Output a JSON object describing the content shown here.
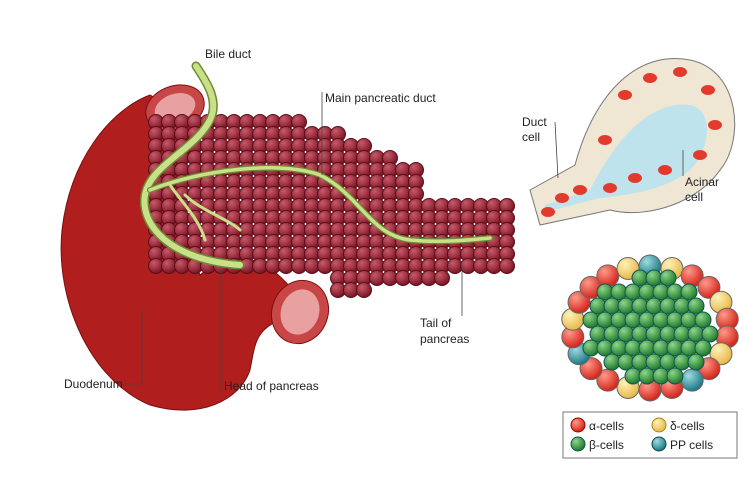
{
  "labels": {
    "bile_duct": "Bile duct",
    "main_duct": "Main pancreatic duct",
    "duct_cell": [
      "Duct",
      "cell"
    ],
    "acinar_cell": [
      "Acinar",
      "cell"
    ],
    "tail": [
      "Tail of",
      "pancreas"
    ],
    "duodenum": "Duodenum",
    "head": "Head of pancreas"
  },
  "legend": [
    {
      "label": "α-cells",
      "color": "#e23b2e"
    },
    {
      "label": "δ-cells",
      "color": "#f2cf6a"
    },
    {
      "label": "β-cells",
      "color": "#2f9a3c"
    },
    {
      "label": "PP cells",
      "color": "#2c97a3"
    }
  ],
  "colors": {
    "duodenum": "#b01e1e",
    "pancreas": "#8e1f2e",
    "duct": "#c9e08a",
    "acinar_cytoplasm": "#efe6d4",
    "lumen": "#bfe3ec",
    "nucleus": "#e23b2e"
  }
}
